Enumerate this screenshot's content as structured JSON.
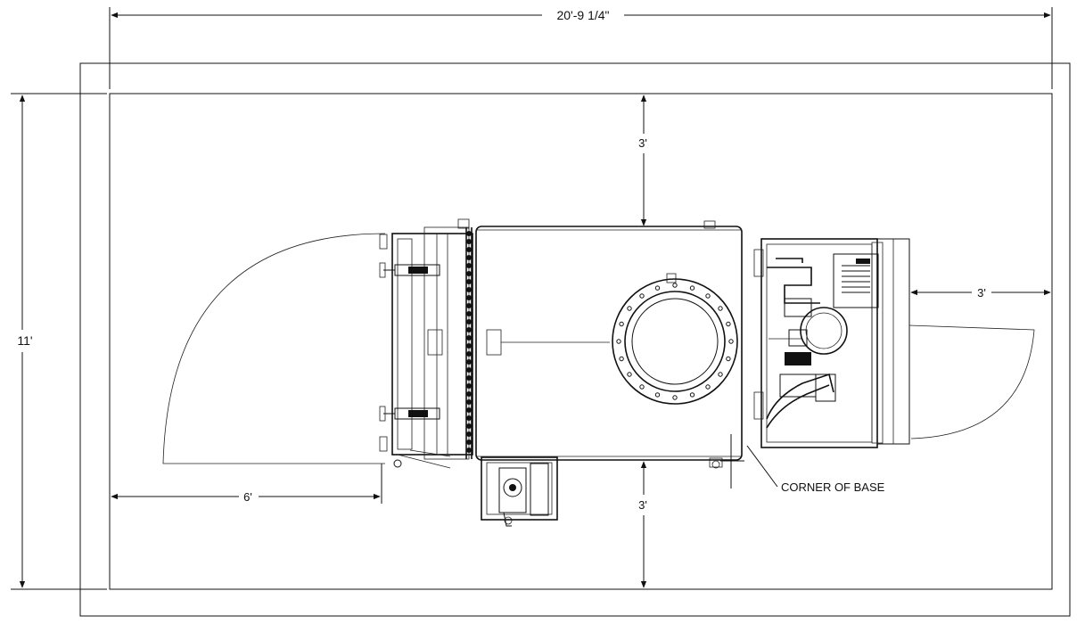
{
  "dimensions": {
    "overall_width": "20'-9 1/4\"",
    "overall_height": "11'",
    "top_clearance": "3'",
    "bottom_clearance": "3'",
    "rear_clearance": "3'",
    "front_door_swing": "6'"
  },
  "callouts": {
    "corner_of_base": "CORNER OF BASE"
  }
}
